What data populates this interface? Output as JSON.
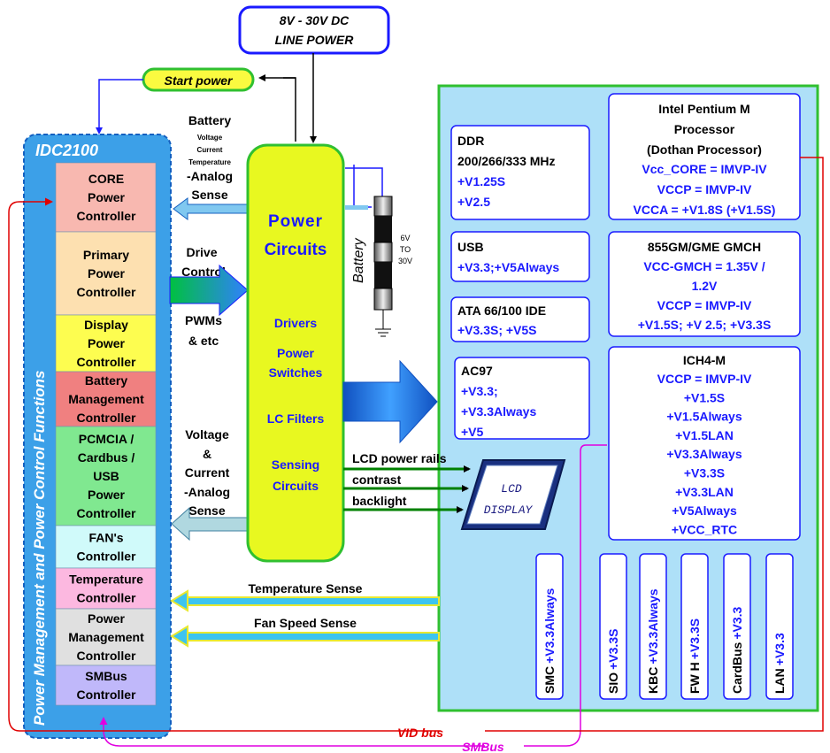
{
  "line_power": {
    "line1": "8V - 30V DC",
    "line2": "LINE POWER"
  },
  "start_power": "Start power",
  "idc": {
    "title": "IDC2100",
    "side_label": "Power Management and Power Control Functions",
    "controllers": [
      {
        "lines": [
          "CORE",
          "Power",
          "Controller"
        ],
        "color": "#f8b8b0"
      },
      {
        "lines": [
          "Primary",
          "Power",
          "Controller"
        ],
        "color": "#fde0b0"
      },
      {
        "lines": [
          "Display",
          "Power",
          "Controller"
        ],
        "color": "#fdfd50"
      },
      {
        "lines": [
          "Battery",
          "Management",
          "Controller"
        ],
        "color": "#f08080"
      },
      {
        "lines": [
          "PCMCIA /",
          "Cardbus /",
          "USB",
          "Power",
          "Controller"
        ],
        "color": "#80e890"
      },
      {
        "lines": [
          "FAN's",
          "Controller"
        ],
        "color": "#d0fafa"
      },
      {
        "lines": [
          "Temperature",
          "Controller"
        ],
        "color": "#fcb8e0"
      },
      {
        "lines": [
          "Power",
          "Management",
          "Controller"
        ],
        "color": "#e0e0e0"
      },
      {
        "lines": [
          "SMBus",
          "Controller"
        ],
        "color": "#c0b8fa"
      }
    ]
  },
  "mid_labels": {
    "battery": "Battery",
    "voltage_small": "Voltage",
    "current_small": "Current",
    "temperature_small": "Temperature",
    "analog_sense": "-Analog",
    "sense": "Sense",
    "drive": "Drive",
    "control": "Control",
    "pwms": "PWMs",
    "etc": "& etc",
    "voltage": "Voltage",
    "amp": "&",
    "current": "Current",
    "analog2": "-Analog",
    "sense2": "Sense"
  },
  "power_circuits": {
    "title1": "Power",
    "title2": "Circuits",
    "drivers": "Drivers",
    "switches1": "Power",
    "switches2": "Switches",
    "lc_filters": "LC Filters",
    "sensing1": "Sensing",
    "sensing2": "Circuits"
  },
  "battery": {
    "label": "Battery",
    "v1": "6V",
    "v2": "TO",
    "v3": "30V"
  },
  "lcd": {
    "rails": "LCD power rails",
    "contrast": "contrast",
    "backlight": "backlight",
    "line1": "LCD",
    "line2": "DISPLAY"
  },
  "ddr": {
    "title": "DDR",
    "speed": "200/266/333 MHz",
    "v1": "+V1.25S",
    "v2": "+V2.5"
  },
  "usb": {
    "title": "USB",
    "v1": "+V3.3;+V5Always"
  },
  "ata": {
    "title": "ATA 66/100 IDE",
    "v1": "+V3.3S; +V5S"
  },
  "ac97": {
    "title": "AC97",
    "v1": "+V3.3;",
    "v2": "+V3.3Always",
    "v3": "+V5"
  },
  "cpu": {
    "l1": "Intel Pentium M",
    "l2": "Processor",
    "l3": "(Dothan Processor)",
    "v1": "Vcc_CORE = IMVP-IV",
    "v2": "VCCP = IMVP-IV",
    "v3": "VCCA = +V1.8S (+V1.5S)"
  },
  "gmch": {
    "title": "855GM/GME GMCH",
    "v1": "VCC-GMCH = 1.35V /",
    "v2": "1.2V",
    "v3": "VCCP = IMVP-IV",
    "v4": "+V1.5S; +V 2.5; +V3.3S"
  },
  "ich": {
    "title": "ICH4-M",
    "v": [
      "VCCP = IMVP-IV",
      "+V1.5S",
      "+V1.5Always",
      "+V1.5LAN",
      "+V3.3Always",
      "+V3.3S",
      "+V3.3LAN",
      "+V5Always",
      "+VCC_RTC"
    ]
  },
  "vert_boxes": [
    {
      "name": "SMC",
      "volt": "+V3.3Always"
    },
    {
      "name": "SIO",
      "volt": "+V3.3S"
    },
    {
      "name": "KBC",
      "volt": "+V3.3Always"
    },
    {
      "name": "FW H",
      "volt": "+V3.3S"
    },
    {
      "name": "CardBus",
      "volt": "+V3.3"
    },
    {
      "name": "LAN",
      "volt": "+V3.3"
    }
  ],
  "senses": {
    "temperature": "Temperature Sense",
    "fan": "Fan Speed Sense"
  },
  "buses": {
    "vid": "VID bus",
    "smbus": "SMBus"
  }
}
